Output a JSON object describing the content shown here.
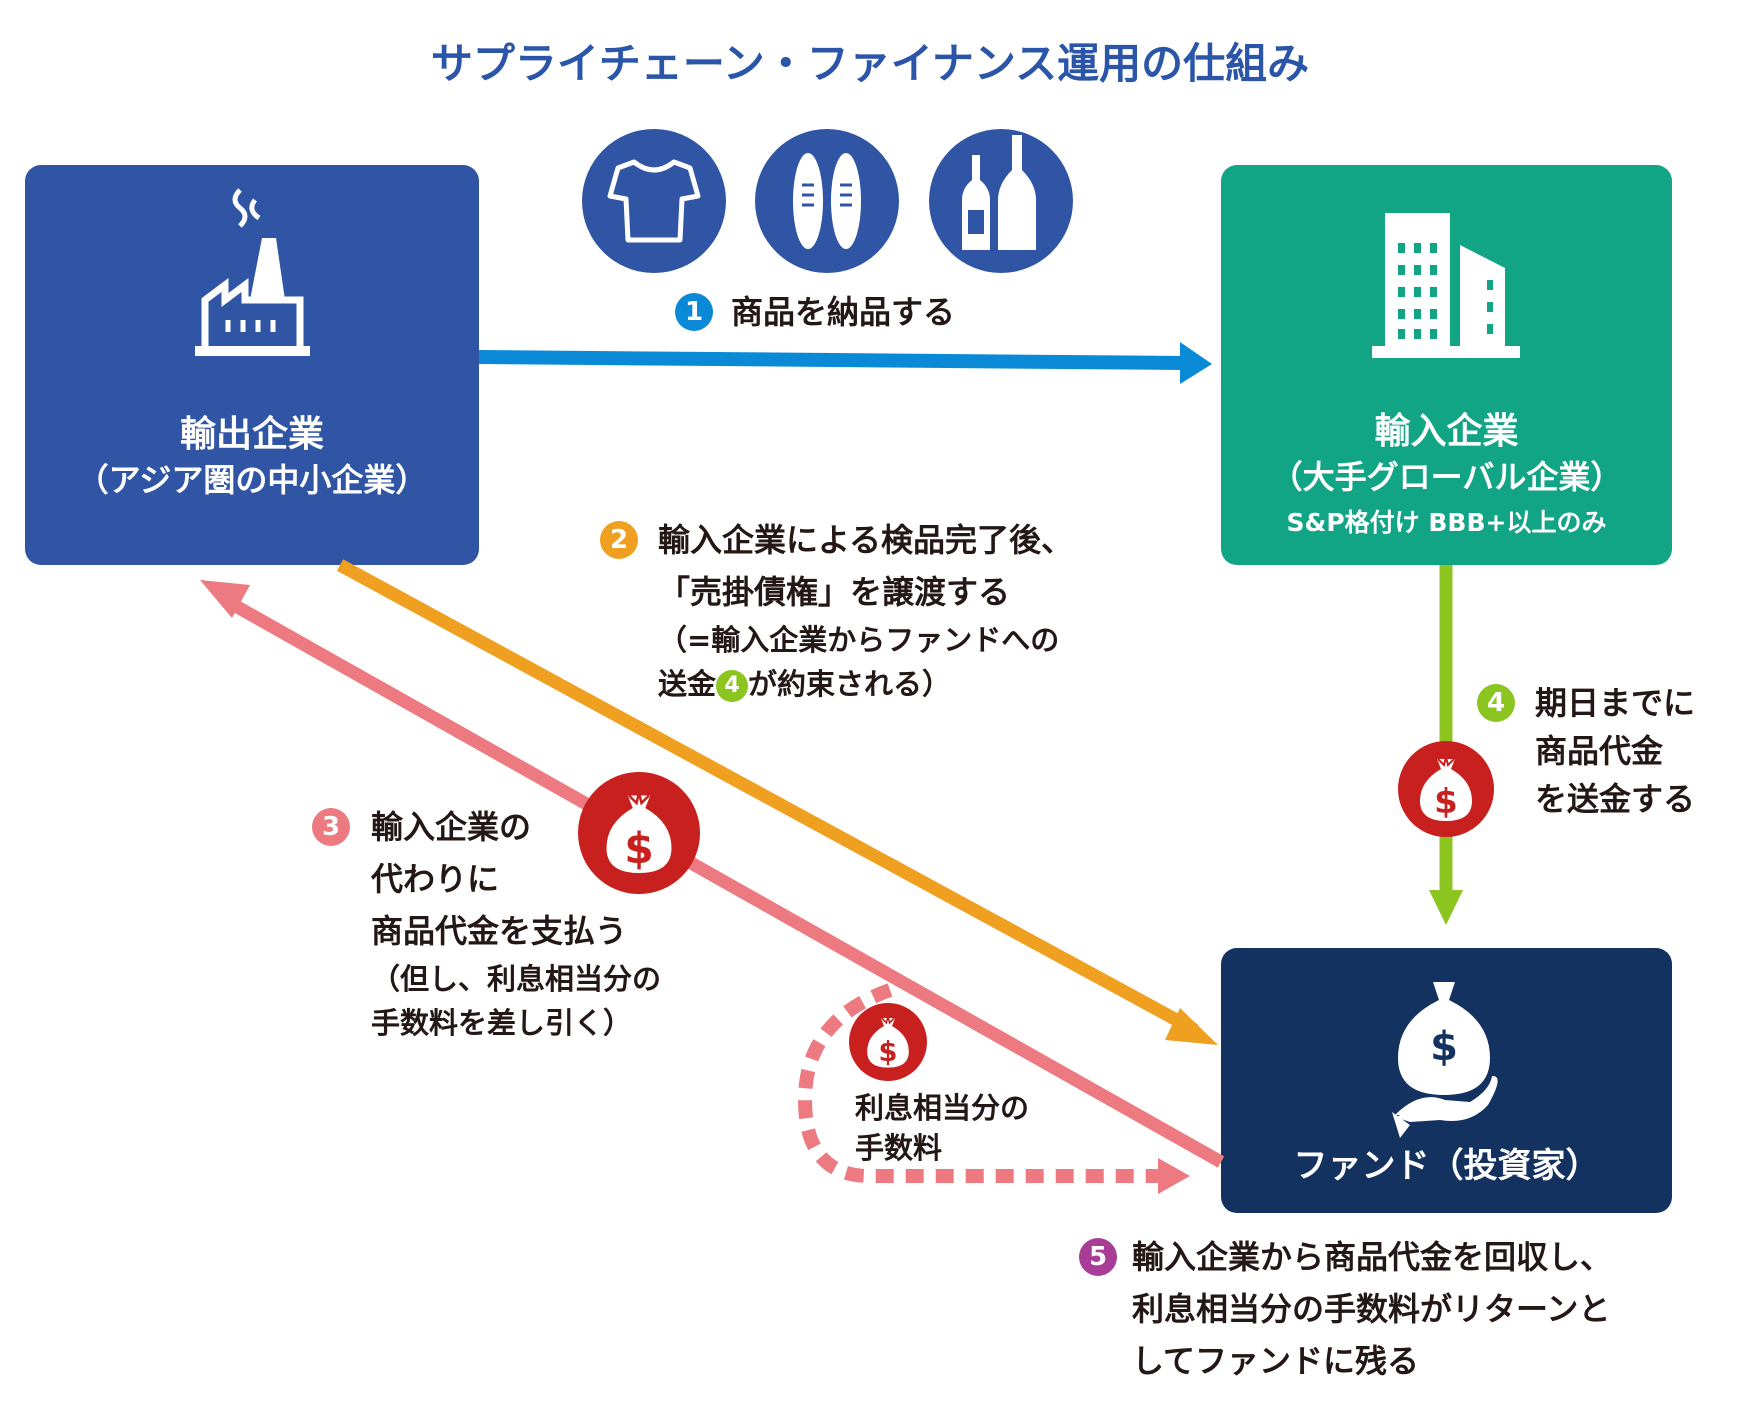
{
  "title": "サプライチェーン・ファイナンス運用の仕組み",
  "colors": {
    "title": "#2a55a8",
    "exporter": "#2f55a4",
    "importer": "#12a585",
    "fund": "#14325f",
    "step1": "#0a8ad6",
    "step2": "#f0a020",
    "step3": "#ec7a80",
    "step4": "#8cc520",
    "step5": "#a83c96",
    "money": "#c8201e"
  },
  "exporter": {
    "name": "輸出企業",
    "desc": "（アジア圏の中小企業）",
    "icon": "factory-icon"
  },
  "importer": {
    "name": "輸入企業",
    "desc": "（大手グローバル企業）",
    "note": "S&P格付け BBB+以上のみ",
    "icon": "building-icon"
  },
  "fund": {
    "name": "ファンド（投資家）",
    "icon": "money-in-hand-icon"
  },
  "goods_icons": [
    "tshirt-icon",
    "shoes-icon",
    "bottles-icon"
  ],
  "steps": [
    {
      "num": "1",
      "lines": [
        "商品を納品する"
      ]
    },
    {
      "num": "2",
      "lines": [
        "輸入企業による検品完了後、",
        "「売掛債権」を譲渡する"
      ],
      "sub_pre": "（=輸入企業からファンドへの",
      "sub_line2_pre": "送金",
      "sub_ref": "4",
      "sub_line2_post": "が約束される）"
    },
    {
      "num": "3",
      "lines": [
        "輸入企業の",
        "代わりに",
        "商品代金を支払う"
      ],
      "sub": [
        "（但し、利息相当分の",
        "手数料を差し引く）"
      ]
    },
    {
      "num": "4",
      "lines": [
        "期日までに",
        "商品代金",
        "を送金する"
      ]
    },
    {
      "num": "5",
      "lines": [
        "輸入企業から商品代金を回収し、",
        "利息相当分の手数料がリターンと",
        "してファンドに残る"
      ]
    }
  ],
  "fee_label": [
    "利息相当分の",
    "手数料"
  ]
}
